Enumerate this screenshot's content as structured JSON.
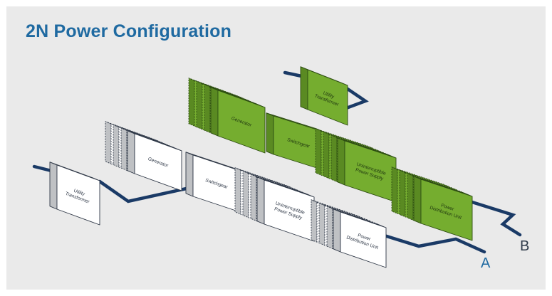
{
  "title": "2N Power Configuration",
  "colors": {
    "background": "#eaeaea",
    "title": "#1f6aa1",
    "cable": "#1a3a66",
    "path_a_box": "#ffffff",
    "path_b_box": "#75ad2f",
    "label_a": "#1f6aa1",
    "label_b": "#2e3a49"
  },
  "path_a": {
    "utility_transformer": [
      "Utility",
      "Transformer"
    ],
    "generator": [
      "Generator"
    ],
    "switchgear": [
      "Switchgear"
    ],
    "ups": [
      "Uninterruptible",
      "Power Supply"
    ],
    "pdu": [
      "Power",
      "Distribution Unit"
    ],
    "end_label": "A"
  },
  "path_b": {
    "utility_transformer": [
      "Utility",
      "Transformer"
    ],
    "generator": [
      "Generator"
    ],
    "switchgear": [
      "Switchgear"
    ],
    "ups": [
      "Uninterruptible",
      "Power Supply"
    ],
    "pdu": [
      "Power",
      "Distribution Unit"
    ],
    "end_label": "B"
  }
}
